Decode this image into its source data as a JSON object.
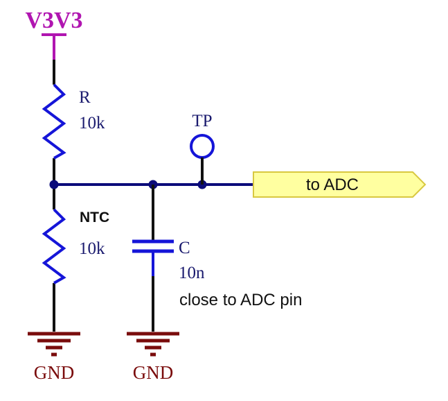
{
  "colors": {
    "power": "#b015b0",
    "wire_black": "#111111",
    "component_blue": "#1515d8",
    "net_navy": "#0b0b7a",
    "text_navy": "#1a1a6e",
    "ground": "#7a0c0c",
    "port_fill": "#ffffa0",
    "port_border": "#d8c840"
  },
  "power_rail": {
    "label": "V3V3"
  },
  "resistor": {
    "designator": "R",
    "value": "10k"
  },
  "ntc": {
    "designator": "NTC",
    "value": "10k"
  },
  "capacitor": {
    "designator": "C",
    "value": "10n",
    "note": "close to ADC pin"
  },
  "test_point": {
    "label": "TP"
  },
  "adc_port": {
    "label": "to ADC"
  },
  "grounds": [
    {
      "label": "GND"
    },
    {
      "label": "GND"
    }
  ]
}
